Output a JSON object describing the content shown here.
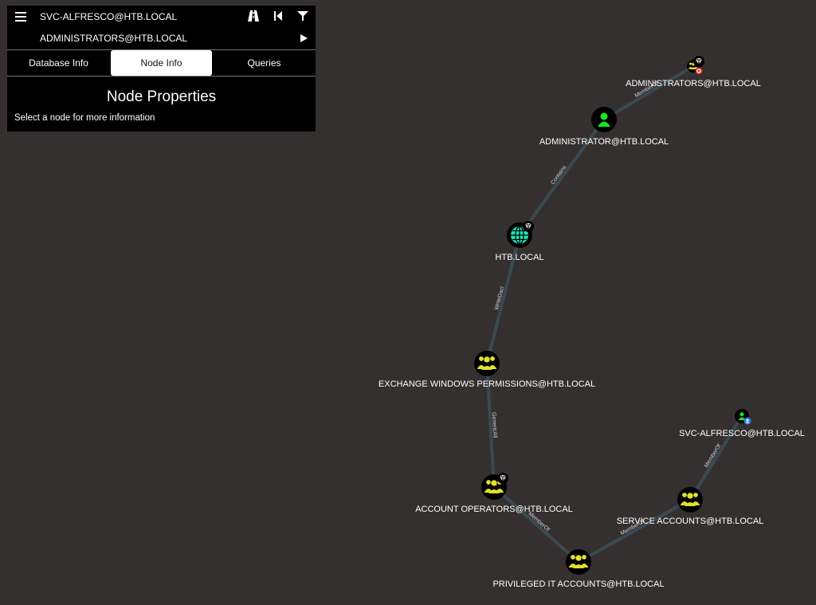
{
  "search": {
    "start_node": "SVC-ALFRESCO@HTB.LOCAL",
    "target_node": "ADMINISTRATORS@HTB.LOCAL"
  },
  "toolbar": {
    "icons": [
      "pathfinding-icon",
      "back-icon",
      "filter-icon",
      "play-icon",
      "menu-icon"
    ]
  },
  "tabs": [
    "Database Info",
    "Node Info",
    "Queries"
  ],
  "active_tab": "Node Info",
  "node_properties": {
    "title": "Node Properties",
    "subtitle": "Select a node for more information"
  },
  "colors": {
    "background": "#353030",
    "panel": "#000000",
    "group_node": "#e3e32a",
    "user_node": "#17e625",
    "domain_node": "#17e6b9",
    "edge": "#3a4a52"
  },
  "graph": {
    "nodes": [
      {
        "id": "admins",
        "label": "ADMINISTRATORS@HTB.LOCAL",
        "type": "group",
        "badge": "target",
        "highvalue": true
      },
      {
        "id": "administrator",
        "label": "ADMINISTRATOR@HTB.LOCAL",
        "type": "user"
      },
      {
        "id": "domain",
        "label": "HTB.LOCAL",
        "type": "domain",
        "highvalue": true
      },
      {
        "id": "exchange",
        "label": "EXCHANGE WINDOWS PERMISSIONS@HTB.LOCAL",
        "type": "group"
      },
      {
        "id": "accountops",
        "label": "ACCOUNT OPERATORS@HTB.LOCAL",
        "type": "group",
        "highvalue": true
      },
      {
        "id": "privit",
        "label": "PRIVILEGED IT ACCOUNTS@HTB.LOCAL",
        "type": "group"
      },
      {
        "id": "svcaccounts",
        "label": "SERVICE ACCOUNTS@HTB.LOCAL",
        "type": "group"
      },
      {
        "id": "svcalfresco",
        "label": "SVC-ALFRESCO@HTB.LOCAL",
        "type": "user",
        "badge": "owned"
      }
    ],
    "edges": [
      {
        "from": "administrator",
        "to": "admins",
        "label": "MemberOf"
      },
      {
        "from": "domain",
        "to": "administrator",
        "label": "Contains"
      },
      {
        "from": "exchange",
        "to": "domain",
        "label": "WriteDacl"
      },
      {
        "from": "accountops",
        "to": "exchange",
        "label": "GenericAll"
      },
      {
        "from": "privit",
        "to": "accountops",
        "label": "MemberOf"
      },
      {
        "from": "svcaccounts",
        "to": "privit",
        "label": "MemberOf"
      },
      {
        "from": "svcalfresco",
        "to": "svcaccounts",
        "label": "MemberOf"
      }
    ]
  }
}
